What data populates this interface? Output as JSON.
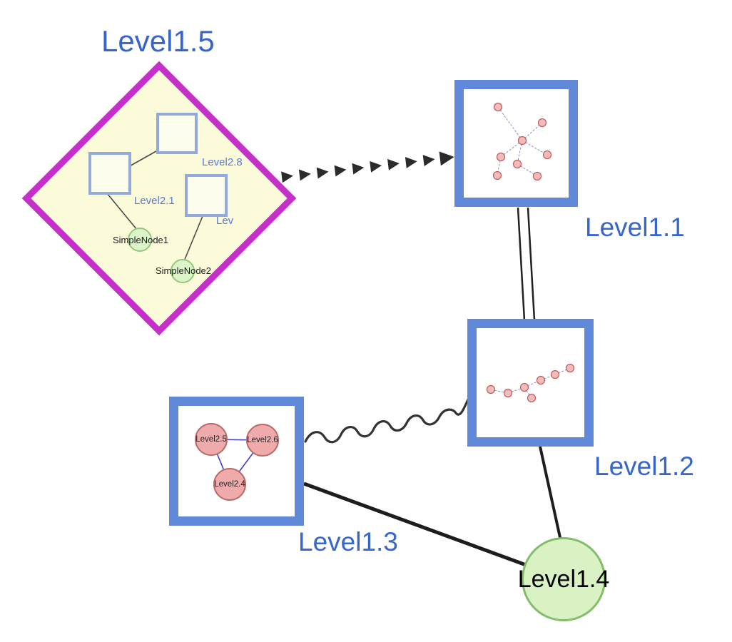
{
  "palette": {
    "label_blue": "#3565cd",
    "diamond_border_magenta": "#c62fc9",
    "diamond_fill_yellow": "#fbfbda",
    "box_border_blue": "#6189d9",
    "inner_square_border_blue": "#92a9da",
    "green_node_fill": "#dcf4c7",
    "green_node_border": "#93c77f",
    "pink_node_fill": "#efabab",
    "pink_node_border": "#bb6a6a",
    "edge_black": "#2b2b2b",
    "subgraph_edge_blue": "#8090cc"
  },
  "nodes": {
    "level15": {
      "label": "Level1.5",
      "shape": "diamond-group",
      "children": {
        "level28": {
          "label": "Level2.8",
          "shape": "square"
        },
        "level21": {
          "label": "Level2.1",
          "shape": "square"
        },
        "lev": {
          "label": "Lev",
          "shape": "square"
        },
        "simplenode1": {
          "label": "SimpleNode1",
          "shape": "circle"
        },
        "simplenode2": {
          "label": "SimpleNode2",
          "shape": "circle"
        }
      }
    },
    "level11": {
      "label": "Level1.1",
      "shape": "box-subgraph"
    },
    "level12": {
      "label": "Level1.2",
      "shape": "box-subgraph"
    },
    "level13": {
      "label": "Level1.3",
      "shape": "box-subgraph",
      "children": {
        "level25": {
          "label": "Level2.5",
          "shape": "circle"
        },
        "level26": {
          "label": "Level2.6",
          "shape": "circle"
        },
        "level24": {
          "label": "Level2.4",
          "shape": "circle"
        }
      }
    },
    "level14": {
      "label": "Level1.4",
      "shape": "circle"
    }
  },
  "edges": [
    {
      "from": "Level1.5",
      "to": "Level1.1",
      "style": "dashed-arrowheads"
    },
    {
      "from": "Level1.1",
      "to": "Level1.2",
      "style": "double-line"
    },
    {
      "from": "Level1.3",
      "to": "Level1.2",
      "style": "wavy"
    },
    {
      "from": "Level1.3",
      "to": "Level1.4",
      "style": "solid"
    },
    {
      "from": "Level1.2",
      "to": "Level1.4",
      "style": "solid"
    },
    {
      "from": "Level2.1",
      "to": "Level2.8",
      "style": "solid",
      "scope": "inside Level1.5"
    },
    {
      "from": "Level2.1",
      "to": "SimpleNode1",
      "style": "solid",
      "scope": "inside Level1.5"
    },
    {
      "from": "Lev",
      "to": "SimpleNode2",
      "style": "solid",
      "scope": "inside Level1.5"
    },
    {
      "from": "Level2.5",
      "to": "Level2.6",
      "style": "solid",
      "scope": "inside Level1.3"
    },
    {
      "from": "Level2.5",
      "to": "Level2.4",
      "style": "solid",
      "scope": "inside Level1.3"
    },
    {
      "from": "Level2.6",
      "to": "Level2.4",
      "style": "solid",
      "scope": "inside Level1.3"
    }
  ]
}
